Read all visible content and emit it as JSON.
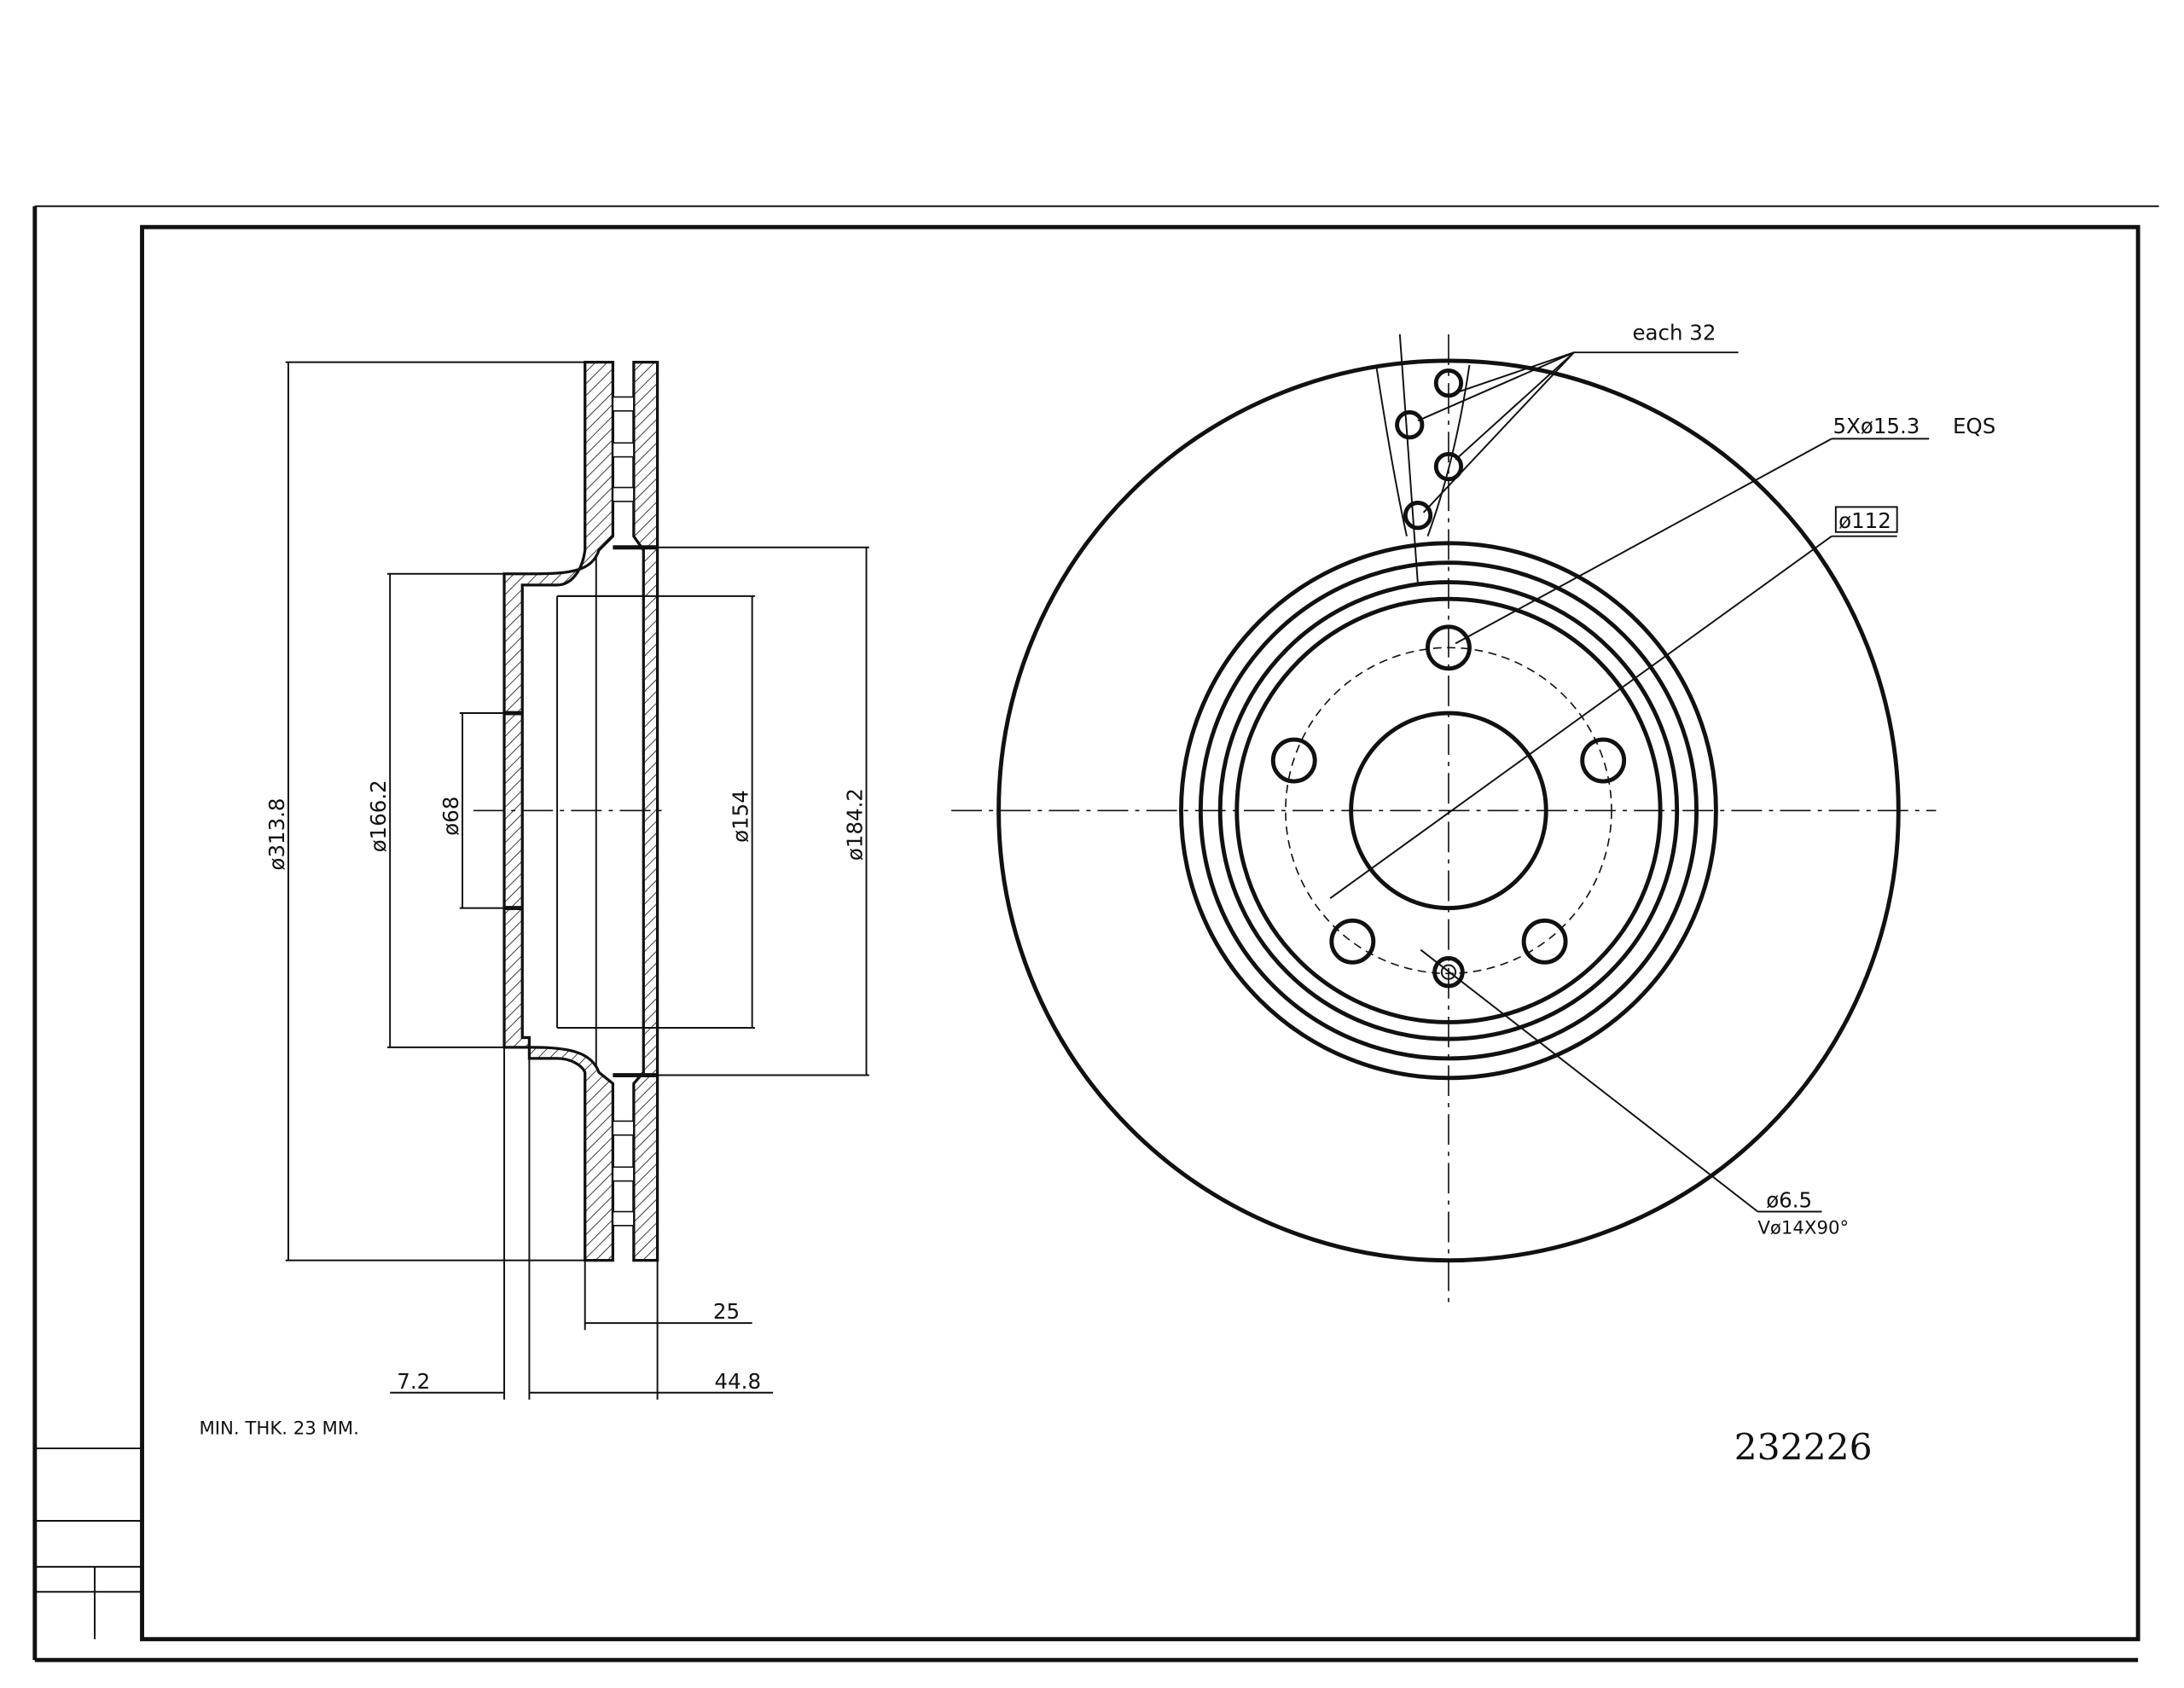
{
  "drawing": {
    "part_number": "232226",
    "note": "MIN. THK. 23 MM.",
    "side_view": {
      "dims": {
        "outer_diameter": "ø313.8",
        "hat_diameter": "ø166.2",
        "center_bore": "ø68",
        "inner_diameter": "ø154",
        "friction_inner": "ø184.2",
        "thickness": "25",
        "offset": "7.2",
        "height": "44.8"
      }
    },
    "front_view": {
      "vent_holes": "each 32",
      "bolt_holes": "5Xø15.3",
      "bolt_holes_spacing": "EQS",
      "pcd": "ø112",
      "small_hole": "ø6.5",
      "countersink": "Vø14X90°"
    }
  }
}
